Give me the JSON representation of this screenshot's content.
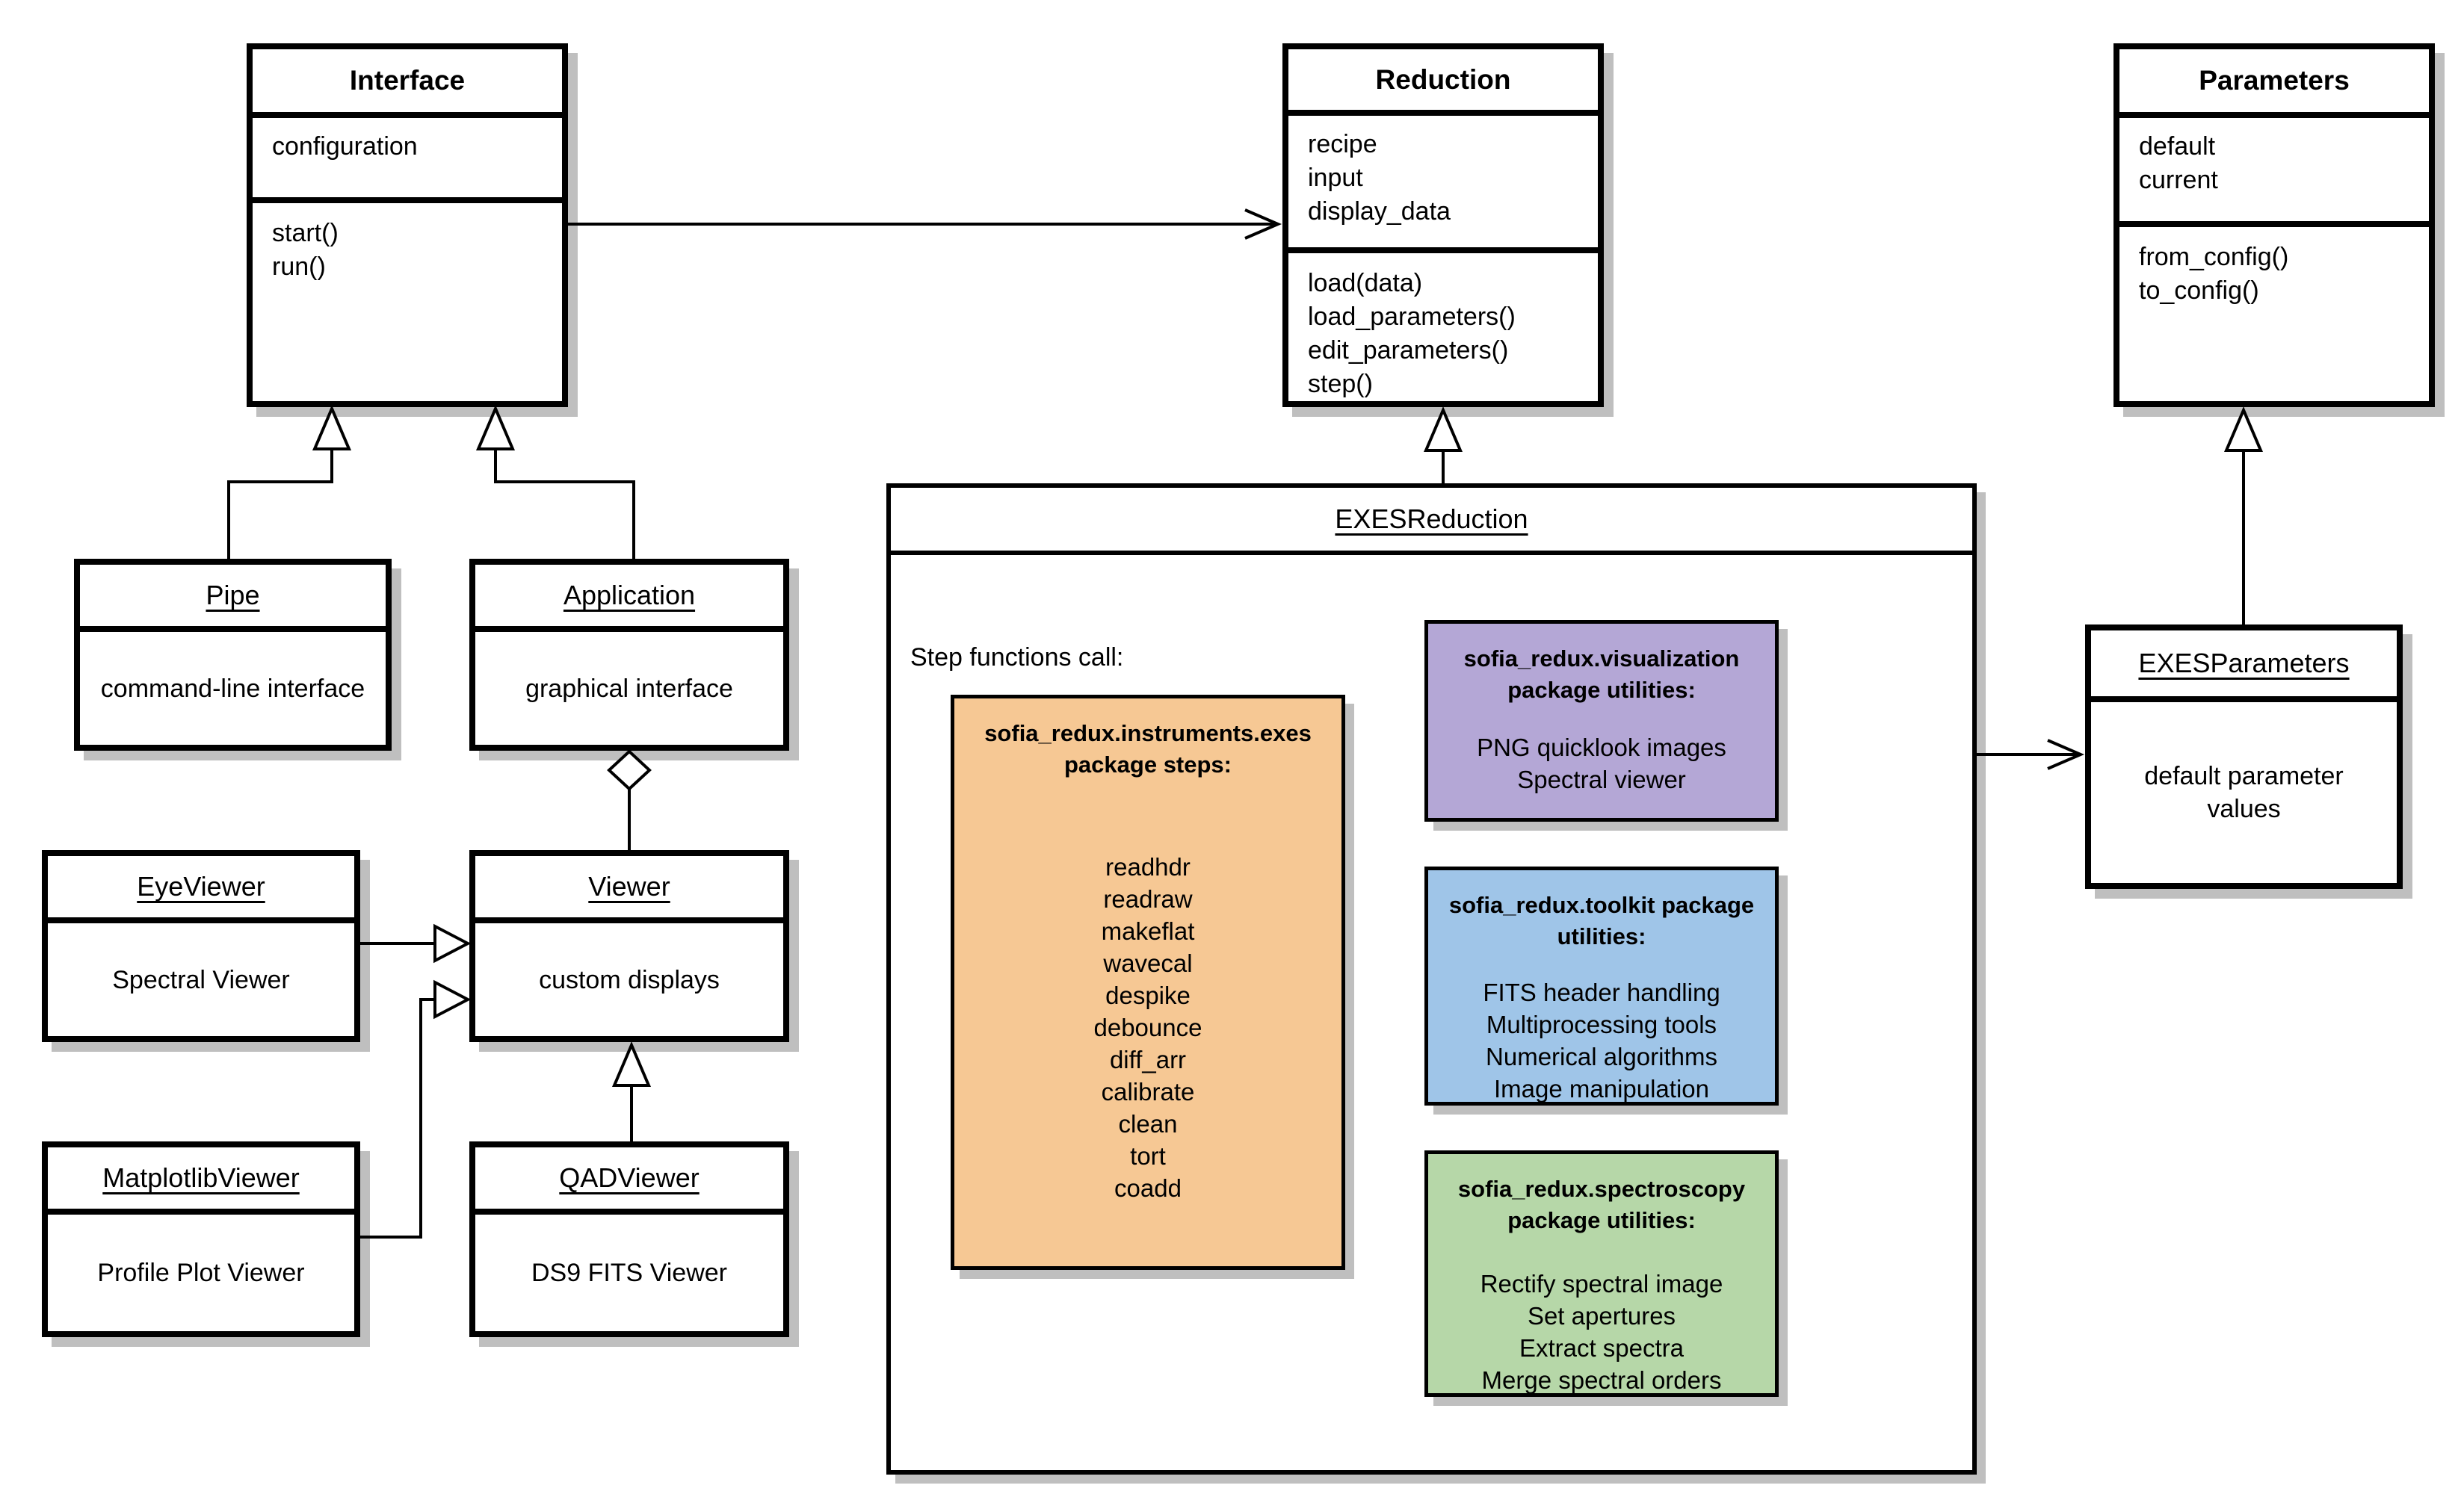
{
  "classes": {
    "interface": {
      "title": "Interface",
      "attributes": [
        "configuration"
      ],
      "methods": [
        "start()",
        "run()"
      ]
    },
    "reduction": {
      "title": "Reduction",
      "attributes": [
        "recipe",
        "input",
        "display_data"
      ],
      "methods": [
        "load(data)",
        "load_parameters()",
        "edit_parameters()",
        "step()"
      ]
    },
    "parameters": {
      "title": "Parameters",
      "attributes": [
        "default",
        "current"
      ],
      "methods": [
        "from_config()",
        "to_config()"
      ]
    },
    "pipe": {
      "title": "Pipe",
      "body": "command-line interface"
    },
    "application": {
      "title": "Application",
      "body": "graphical interface"
    },
    "eyeviewer": {
      "title": "EyeViewer",
      "body": "Spectral Viewer"
    },
    "viewer": {
      "title": "Viewer",
      "body": "custom displays"
    },
    "matplotlibviewer": {
      "title": "MatplotlibViewer",
      "body": "Profile Plot Viewer"
    },
    "qadviewer": {
      "title": "QADViewer",
      "body": "DS9 FITS Viewer"
    },
    "exesreduction": {
      "title": "EXESReduction",
      "note": "Step functions call:"
    },
    "exesparameters": {
      "title": "EXESParameters",
      "body": "default parameter values"
    }
  },
  "packages": {
    "exes": {
      "header_line1": "sofia_redux.instruments.exes",
      "header_line2": "package steps:",
      "color": "#F6C894",
      "items": [
        "readhdr",
        "readraw",
        "makeflat",
        "wavecal",
        "despike",
        "debounce",
        "diff_arr",
        "calibrate",
        "clean",
        "tort",
        "coadd"
      ]
    },
    "visualization": {
      "header_line1": "sofia_redux.visualization",
      "header_line2": "package utilities:",
      "color": "#B4A7D6",
      "items": [
        "PNG quicklook images",
        "Spectral viewer"
      ]
    },
    "toolkit": {
      "header_line1": "sofia_redux.toolkit package",
      "header_line2": "utilities:",
      "color": "#9FC5E8",
      "items": [
        "FITS header handling",
        "Multiprocessing tools",
        "Numerical algorithms",
        "Image manipulation"
      ]
    },
    "spectroscopy": {
      "header_line1": "sofia_redux.spectroscopy",
      "header_line2": "package utilities:",
      "color": "#B6D7A8",
      "items": [
        "Rectify spectral image",
        "Set apertures",
        "Extract spectra",
        "Merge spectral orders"
      ]
    }
  },
  "colors": {
    "shadow": "#bfbfbf",
    "line": "#000000"
  }
}
